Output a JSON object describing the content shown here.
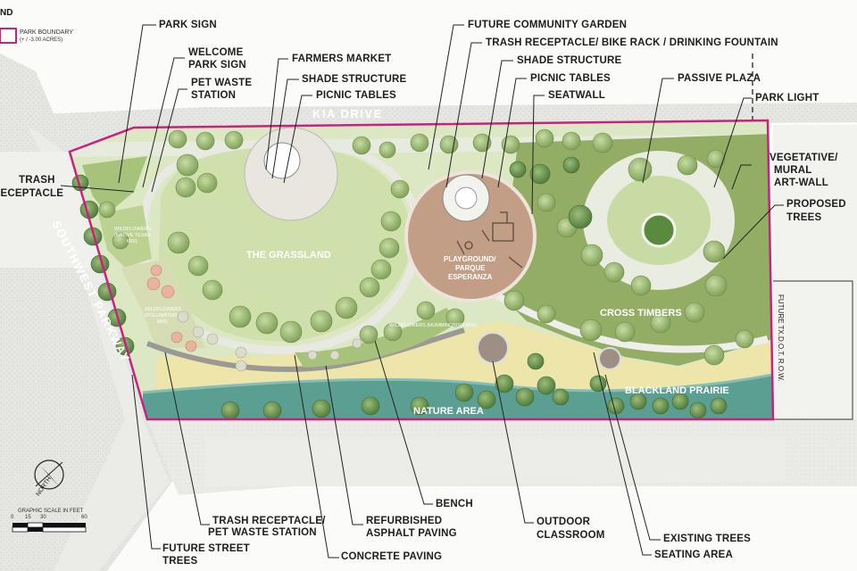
{
  "legend": {
    "title": "ND",
    "label": "PARK BOUNDARY",
    "sublabel": "(+ / -3.00 ACRES)",
    "boundary_color": "#c8227f"
  },
  "streets": {
    "kia_drive": "KIA DRIVE",
    "southwest_parkway": "SOUTHWEST PARKWAY",
    "future_row": "FUTURE TX.D.O.T. R.O.W."
  },
  "zones": {
    "grassland": "THE GRASSLAND",
    "playground_line1": "PLAYGROUND/",
    "playground_line2": "PARQUE",
    "playground_line3": "ESPERANZA",
    "cross_timbers": "CROSS TIMBERS",
    "blackland_prairie": "BLACKLAND PRAIRIE",
    "nature_area": "NATURE AREA",
    "wildflowers_native_line1": "WILDFLOWERS",
    "wildflowers_native_line2": "(NATIVE TEXAS",
    "wildflowers_native_line3": "MIX)",
    "wildflowers_pollinator_line1": "WILDFLOWERS",
    "wildflowers_pollinator_line2": "(POLLINATOR",
    "wildflowers_pollinator_line3": "MIX)",
    "wildflowers_hummingbird": "WILDFLOWERS (HUMMINGBIRD MIX)"
  },
  "callouts": {
    "park_sign": "PARK SIGN",
    "welcome_sign_line1": "WELCOME",
    "welcome_sign_line2": "PARK SIGN",
    "pet_waste_line1": "PET WASTE",
    "pet_waste_line2": "STATION",
    "trash_line1": "TRASH",
    "trash_line2": "RECEPTACLE",
    "farmers_market": "FARMERS MARKET",
    "shade_structure_left": "SHADE STRUCTURE",
    "picnic_tables_left": "PICNIC TABLES",
    "community_garden": "FUTURE COMMUNITY GARDEN",
    "trash_bike_fountain": "TRASH RECEPTACLE/ BIKE RACK / DRINKING FOUNTAIN",
    "shade_structure_right": "SHADE STRUCTURE",
    "picnic_tables_right": "PICNIC TABLES",
    "seatwall": "SEATWALL",
    "passive_plaza": "PASSIVE PLAZA",
    "park_light": "PARK LIGHT",
    "art_wall_line1": "VEGETATIVE/",
    "art_wall_line2": "MURAL",
    "art_wall_line3": "ART-WALL",
    "proposed_trees_line1": "PROPOSED",
    "proposed_trees_line2": "TREES",
    "trash_pet_line1": "TRASH RECEPTACLE/",
    "trash_pet_line2": "PET WASTE STATION",
    "street_trees_line1": "FUTURE STREET",
    "street_trees_line2": "TREES",
    "asphalt_line1": "REFURBISHED",
    "asphalt_line2": "ASPHALT PAVING",
    "concrete_paving": "CONCRETE PAVING",
    "bench": "BENCH",
    "outdoor_classroom_line1": "OUTDOOR",
    "outdoor_classroom_line2": "CLASSROOM",
    "existing_trees": "EXISTING TREES",
    "seating_area": "SEATING AREA"
  },
  "north_arrow": {
    "label": "NORTH"
  },
  "scale": {
    "title": "GRAPHIC SCALE IN FEET",
    "ticks": [
      "0",
      "15",
      "30",
      "60"
    ]
  },
  "colors": {
    "boundary": "#c8227f",
    "grassland": "#cfe0ac",
    "cross_timbers": "#93ad64",
    "prairie": "#ede5aa",
    "nature_area": "#5b9f92",
    "plaza": "#c29e86",
    "paving": "#e4e4e0"
  }
}
